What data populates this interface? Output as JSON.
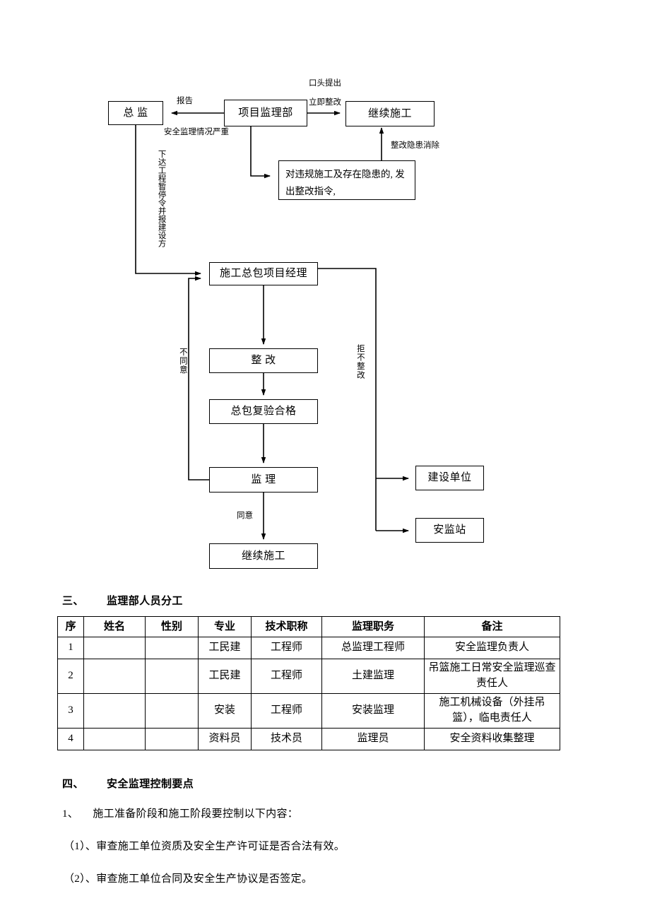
{
  "flowchart": {
    "boxes": {
      "chief_supervisor": "总  监",
      "project_supervision_dept": "项目监理部",
      "continue_construction_top": "继续施工",
      "rectify_order": "对违规施工及存在隐患的, 发出整改指令,",
      "general_contractor_pm": "施工总包项目经理",
      "rectify": "整    改",
      "contractor_reinspection_pass": "总包复验合格",
      "supervision": "监    理",
      "continue_construction_bottom": "继续施工",
      "construction_unit": "建设单位",
      "safety_station": "安监站"
    },
    "edge_labels": {
      "report": "报告",
      "severe_safety_situation": "安全监理情况严重",
      "verbal_raise": "口头提出",
      "immediate_rectify": "立即整改",
      "hazard_eliminated": "整改隐患消除",
      "issue_stop_order": "下达工程暂停令并报建设方",
      "disagree": "不同意",
      "refuse_to_rectify": "拒不整改",
      "agree": "同意"
    }
  },
  "section_three": {
    "number": "三、",
    "title": "监理部人员分工"
  },
  "staff_table": {
    "headers": [
      "序",
      "姓名",
      "性别",
      "专业",
      "技术职称",
      "监理职务",
      "备注"
    ],
    "rows": [
      {
        "index": "1",
        "name": "",
        "gender": "",
        "major": "工民建",
        "title": "工程师",
        "duty": "总监理工程师",
        "remark": "安全监理负责人"
      },
      {
        "index": "2",
        "name": "",
        "gender": "",
        "major": "工民建",
        "title": "工程师",
        "duty": "土建监理",
        "remark": "吊篮施工日常安全监理巡查责任人"
      },
      {
        "index": "3",
        "name": "",
        "gender": "",
        "major": "安装",
        "title": "工程师",
        "duty": "安装监理",
        "remark": "施工机械设备（外挂吊篮），临电责任人"
      },
      {
        "index": "4",
        "name": "",
        "gender": "",
        "major": "资料员",
        "title": "技术员",
        "duty": "监理员",
        "remark": "安全资料收集整理"
      }
    ]
  },
  "section_four": {
    "number": "四、",
    "title": "安全监理控制要点",
    "item_1": "1、     施工准备阶段和施工阶段要控制以下内容：",
    "item_1_1": "（1）、审查施工单位资质及安全生产许可证是否合法有效。",
    "item_1_2": "（2）、审查施工单位合同及安全生产协议是否签定。"
  }
}
